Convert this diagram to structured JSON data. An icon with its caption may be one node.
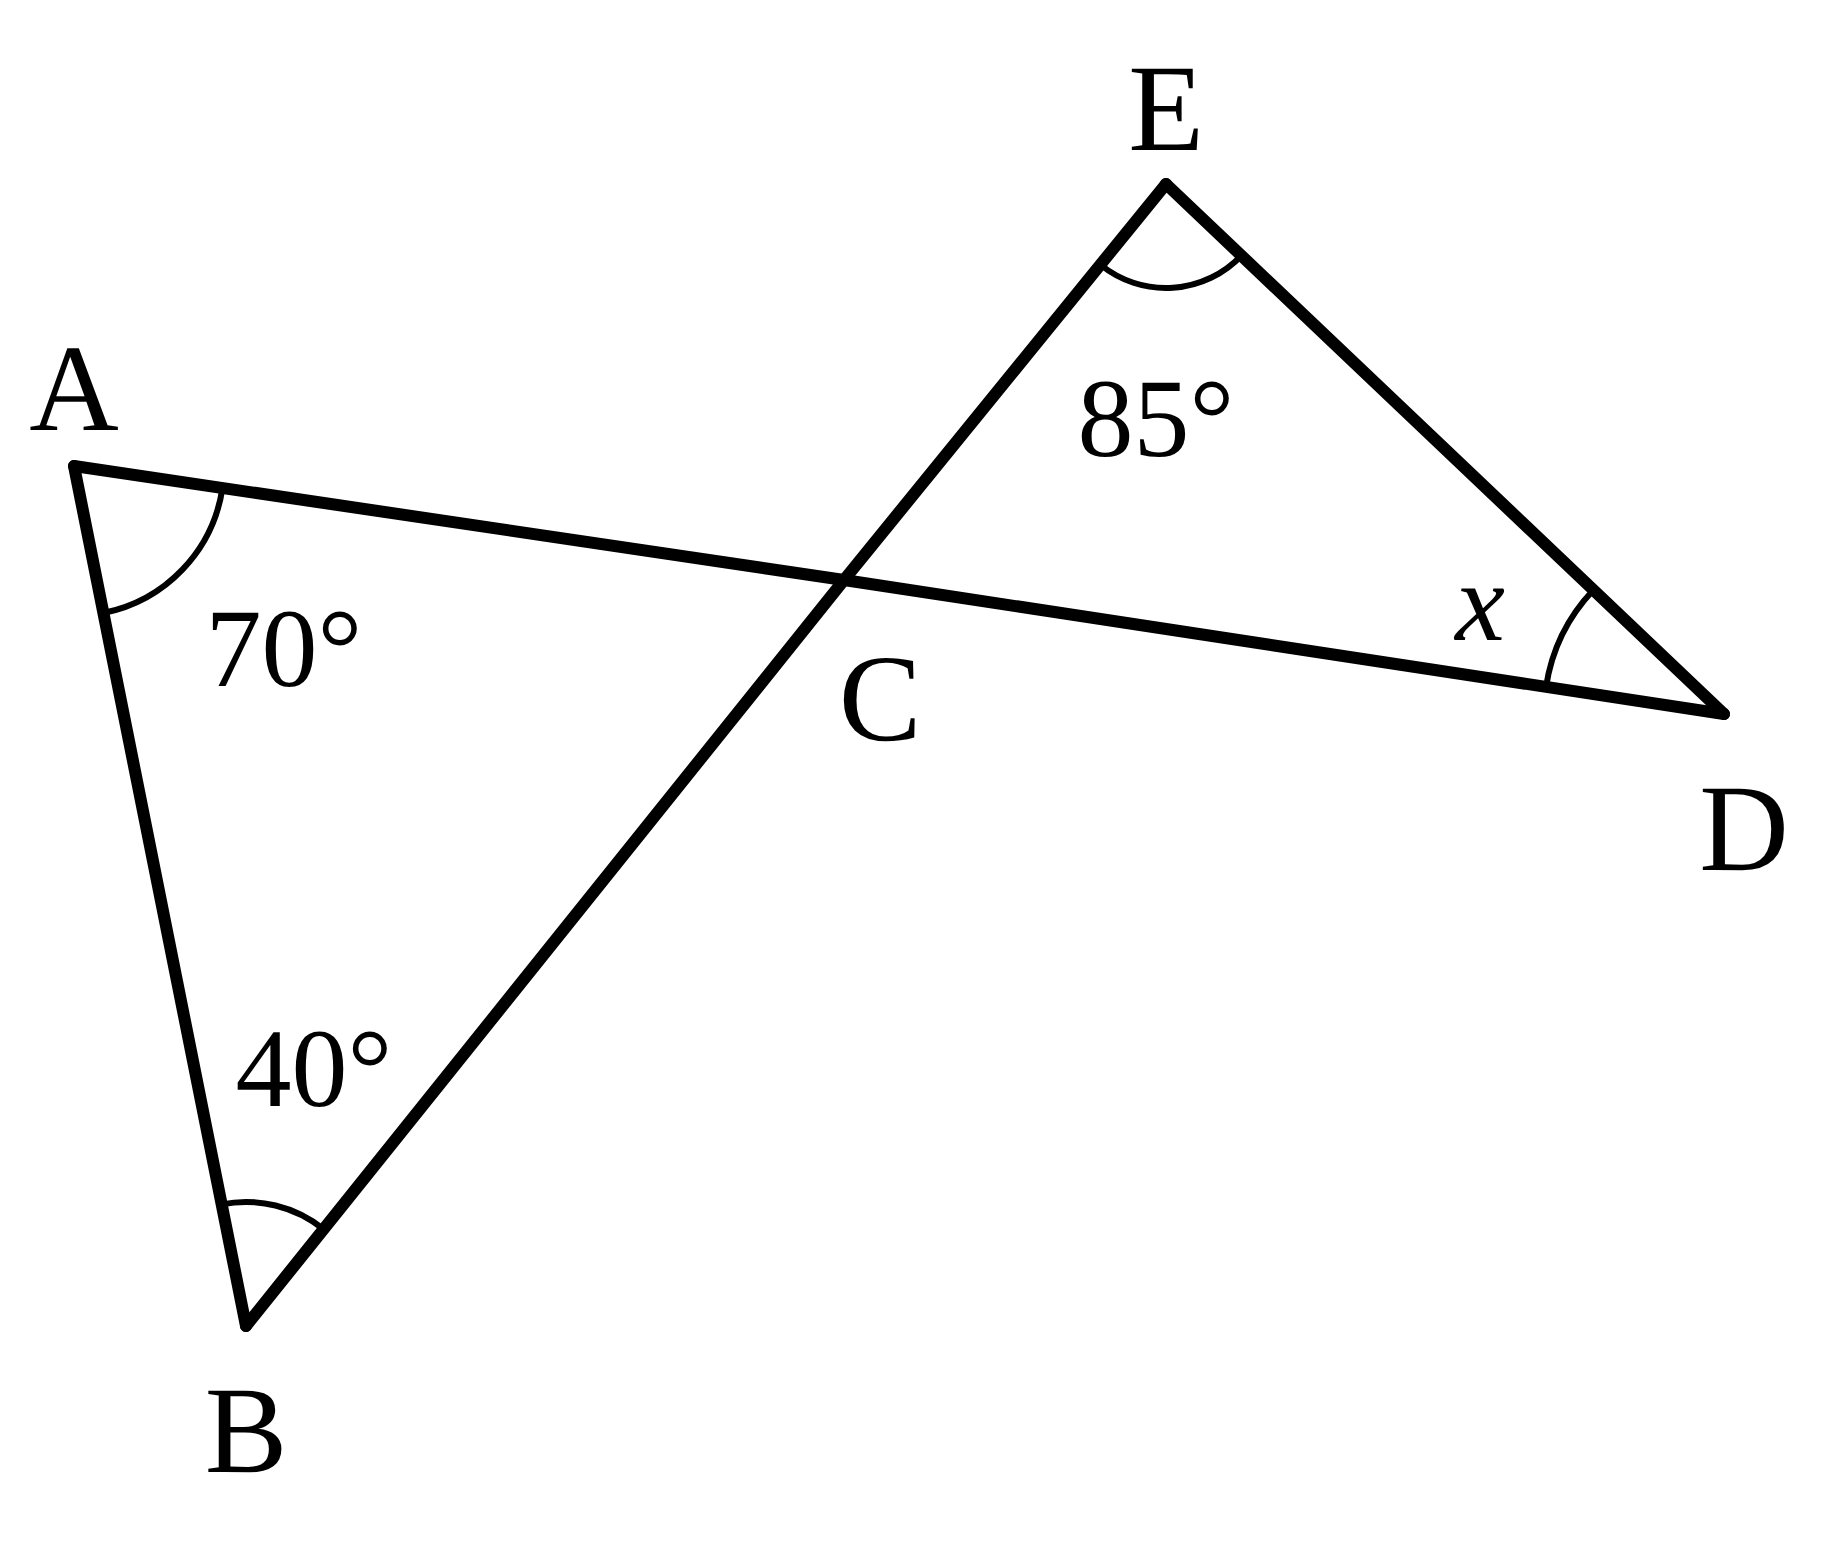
{
  "diagram": {
    "nodes": [
      {
        "text": [
          "A"
        ]
      },
      {
        "text": [
          "B"
        ]
      },
      {
        "text": [
          "C"
        ]
      },
      {
        "text": [
          "D"
        ]
      },
      {
        "text": [
          "E"
        ]
      }
    ],
    "edges": [
      {
        "from": 0,
        "to": 1,
        "arrow": "none"
      },
      {
        "from": 0,
        "to": 2,
        "arrow": "none"
      },
      {
        "from": 2,
        "to": 3,
        "arrow": "none"
      },
      {
        "from": 1,
        "to": 2,
        "arrow": "none"
      },
      {
        "from": 2,
        "to": 4,
        "arrow": "none"
      },
      {
        "from": 4,
        "to": 3,
        "arrow": "none"
      }
    ],
    "labels": [
      "85°",
      "x",
      "70°",
      "40°"
    ]
  }
}
